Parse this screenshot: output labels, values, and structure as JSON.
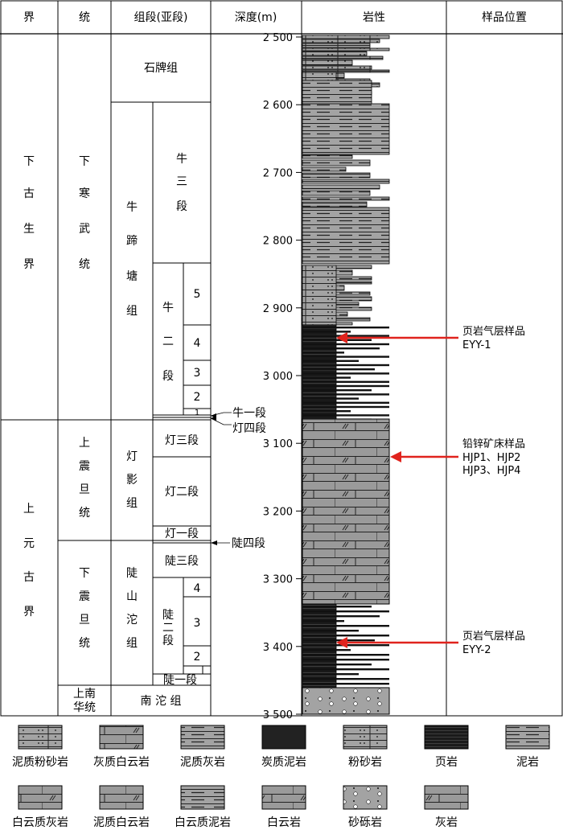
{
  "headers": {
    "jie": "界",
    "tong": "统",
    "zuduan": "组段(亚段)",
    "depth": "深度(m)",
    "lithology": "岩性",
    "sample": "样品位置"
  },
  "column_jie": {
    "upper": [
      "下",
      "古",
      "生",
      "界"
    ],
    "lower": [
      "上",
      "元",
      "古",
      "界"
    ]
  },
  "column_tong": {
    "lower_cambrian": [
      "下",
      "寒",
      "武",
      "统"
    ],
    "upper_sinian": [
      "上",
      "震",
      "旦",
      "统"
    ],
    "lower_sinian": [
      "下",
      "震",
      "旦",
      "统"
    ],
    "upper_nanhua": [
      "上南",
      "华统"
    ]
  },
  "formations": {
    "shipai": "石牌组",
    "niutitang": [
      "牛",
      "蹄",
      "塘",
      "组"
    ],
    "dengying": [
      "灯",
      "影",
      "组"
    ],
    "doushantuo": [
      "陡",
      "山",
      "沱",
      "组"
    ],
    "nantuo": "南 沱 组",
    "niu3": [
      "牛",
      "三",
      "段"
    ],
    "niu2": [
      "牛",
      "二",
      "段"
    ],
    "niu2_sub": [
      "5",
      "4",
      "3",
      "2",
      "1"
    ],
    "deng3": "灯三段",
    "deng2": "灯二段",
    "deng1": "灯一段",
    "dou3": "陡三段",
    "dou2": [
      "陡",
      "二",
      "段"
    ],
    "dou2_sub": [
      "4",
      "3",
      "2"
    ],
    "dou1": "陡一段"
  },
  "callouts": {
    "niu1": "牛一段",
    "deng4": "灯四段",
    "dou4": "陡四段"
  },
  "depth_ticks": [
    "2 500",
    "2 600",
    "2 700",
    "2 800",
    "2 900",
    "3 000",
    "3 100",
    "3 200",
    "3 300",
    "3 400",
    "3 500"
  ],
  "samples": [
    {
      "line1": "页岩气层样品",
      "line2": "EYY-1",
      "line3": ""
    },
    {
      "line1": "铅锌矿床样品",
      "line2": "HJP1、HJP2",
      "line3": "HJP3、HJP4"
    },
    {
      "line1": "页岩气层样品",
      "line2": "EYY-2",
      "line3": ""
    }
  ],
  "colors": {
    "arrow": "#e0231d",
    "mudstone": "#a8a8a8",
    "shale": "#1b1b1b",
    "dolomite": "#9a9a9a"
  },
  "legend": [
    {
      "label": "泥质粉砂岩",
      "pattern": "muddy-siltstone"
    },
    {
      "label": "灰质白云岩",
      "pattern": "calcareous-dolomite"
    },
    {
      "label": "泥质灰岩",
      "pattern": "argillaceous-limestone"
    },
    {
      "label": "炭质泥岩",
      "pattern": "carbonaceous-mudstone"
    },
    {
      "label": "粉砂岩",
      "pattern": "siltstone"
    },
    {
      "label": "页岩",
      "pattern": "shale"
    },
    {
      "label": "泥岩",
      "pattern": "mudstone"
    },
    {
      "label": "白云质灰岩",
      "pattern": "dolomitic-limestone"
    },
    {
      "label": "泥质白云岩",
      "pattern": "argillaceous-dolomite"
    },
    {
      "label": "白云质泥岩",
      "pattern": "dolomitic-mudstone"
    },
    {
      "label": "白云岩",
      "pattern": "dolomite"
    },
    {
      "label": "砂砾岩",
      "pattern": "glutenite"
    },
    {
      "label": "灰岩",
      "pattern": "limestone"
    }
  ]
}
